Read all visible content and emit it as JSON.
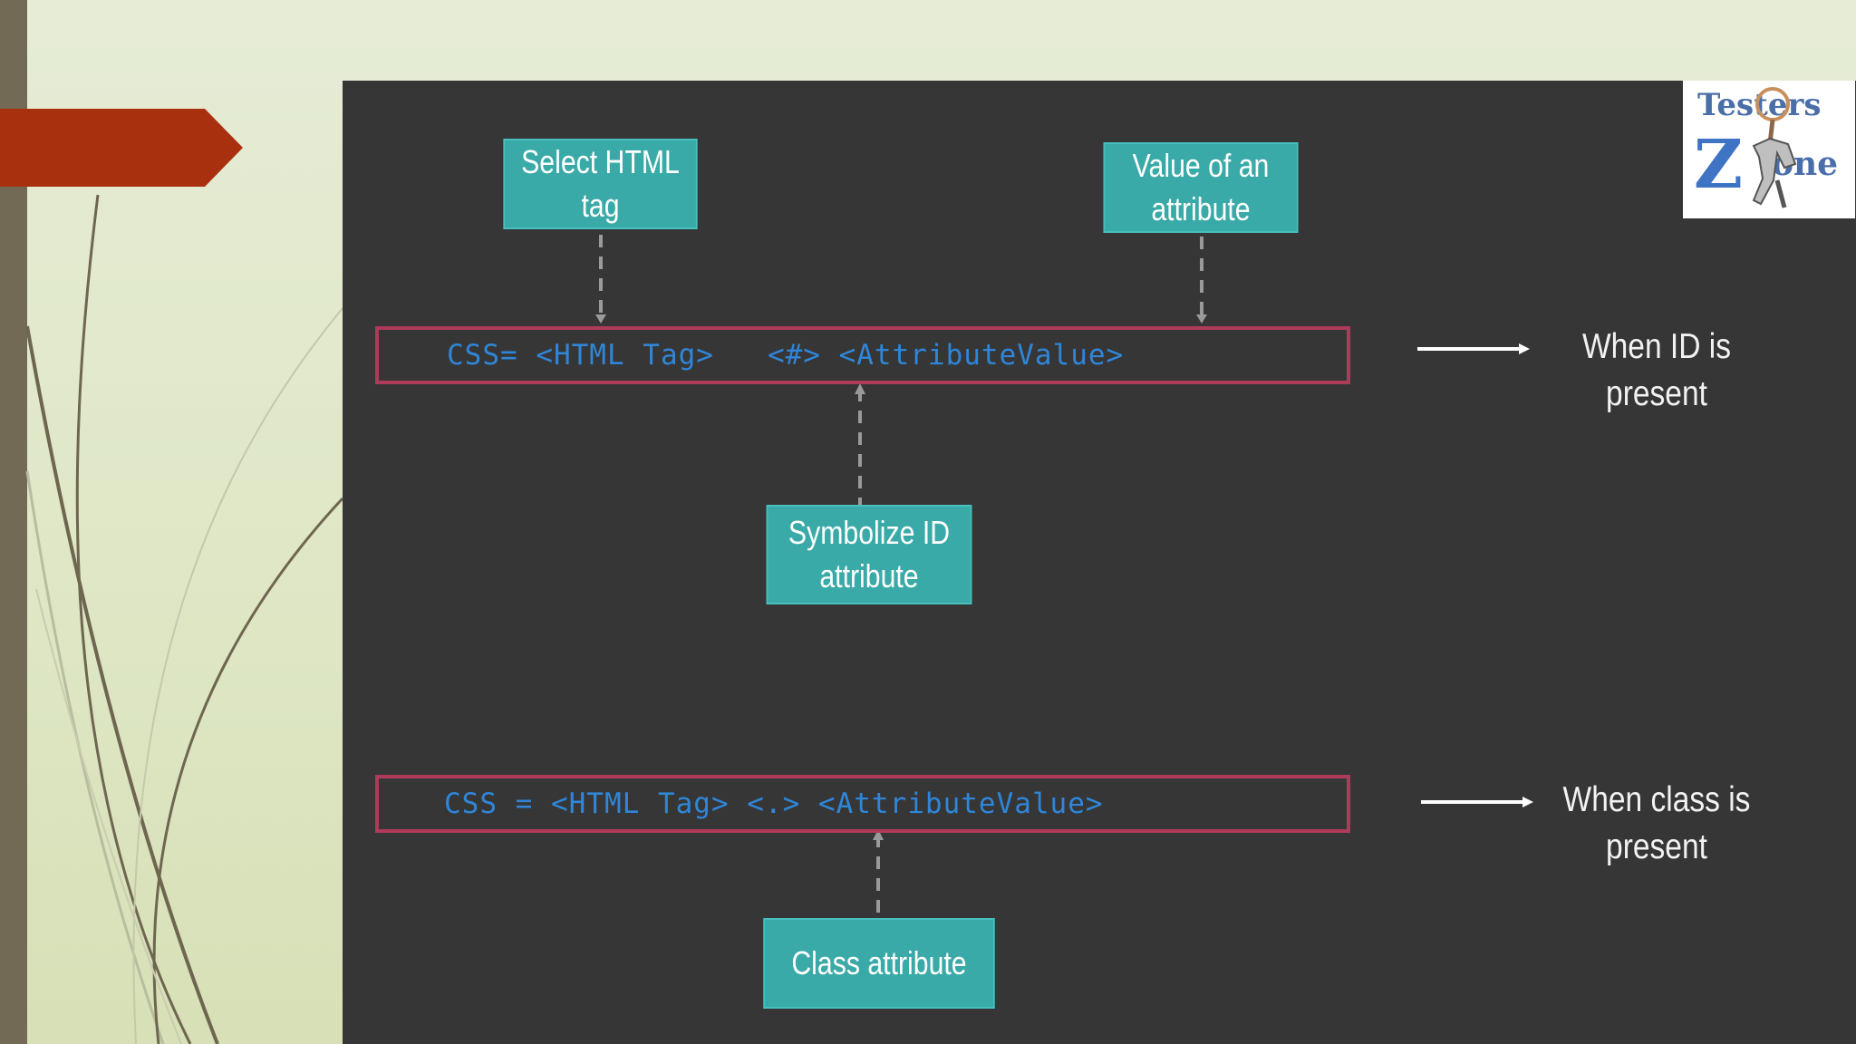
{
  "slide": {
    "colors": {
      "background": "#e0e8c8",
      "accent_bar": "#736a55",
      "title_arrow": "#a8300f",
      "panel": "#363636",
      "teal": "#3aaaa8",
      "formula_border": "#b03a5a",
      "formula_text": "#2f86d8"
    }
  },
  "diagram": {
    "labels": {
      "select_tag": "Select HTML tag",
      "attr_value": "Value of an\nattribute",
      "symbolize_id": "Symbolize ID\nattribute",
      "class_attr": "Class attribute"
    },
    "formulas": {
      "id": "CSS= <HTML Tag>   <#> <AttributeValue>",
      "class": "CSS = <HTML Tag> <.> <AttributeValue>"
    },
    "notes": {
      "id_present": "When ID is\npresent",
      "class_present": "When class is\npresent"
    }
  },
  "logo": {
    "line1": "Testers",
    "line2_initial": "Z",
    "line2_rest": "one",
    "icon": "magnifier-figure-icon"
  }
}
